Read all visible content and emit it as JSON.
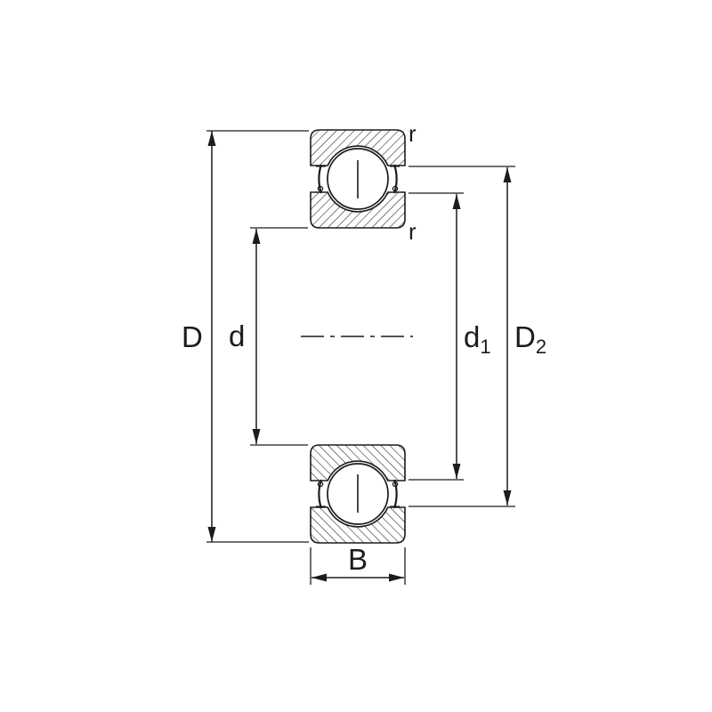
{
  "diagram": {
    "name": "deep-groove-ball-bearing-cross-section",
    "colors": {
      "line": "#1c1c1c",
      "background": "#ffffff",
      "fill": "#ffffff"
    }
  },
  "dimensions": {
    "D": {
      "label": "D"
    },
    "d": {
      "label": "d"
    },
    "d1": {
      "base": "d",
      "sub": "1"
    },
    "D2": {
      "base": "D",
      "sub": "2"
    },
    "B": {
      "label": "B"
    },
    "r_outer": {
      "label": "r"
    },
    "r_inner": {
      "label": "r"
    }
  }
}
